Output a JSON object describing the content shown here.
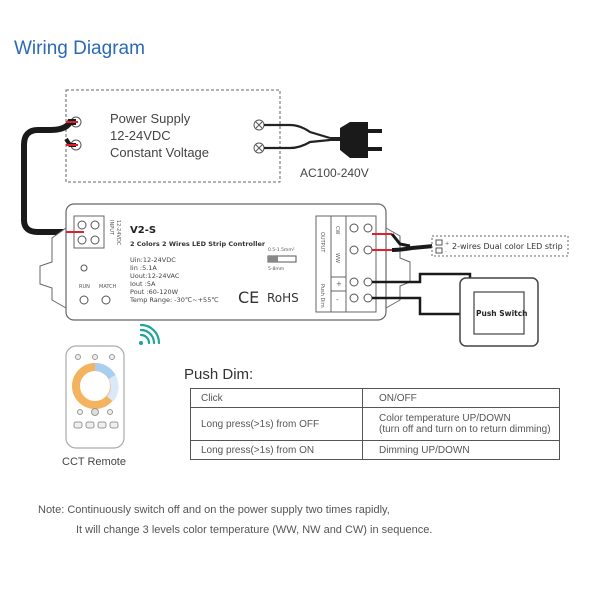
{
  "title": "Wiring Diagram",
  "power_supply": {
    "line1": "Power Supply",
    "line2": "12-24VDC",
    "line3": "Constant Voltage"
  },
  "ac_label": "AC100-240V",
  "controller": {
    "model": "V2-S",
    "subtitle": "2 Colors 2 Wires LED Strip Controller",
    "specs": [
      "Uin:12-24VDC",
      "Iin :5.1A",
      "Uout:12-24VAC",
      "Iout :5A",
      "Pout :60-120W",
      "Temp Range: -30℃~+55℃"
    ],
    "input_label": "INPUT",
    "input_voltage": "12-24VDC",
    "run_label": "RUN",
    "match_label": "MATCH",
    "wire_spec1": "0.5-1.5mm²",
    "wire_spec2": "5-8mm",
    "output_label": "OUTPUT",
    "cw": "CW",
    "ww": "WW",
    "push_dim": "Push Dim",
    "ce": "CE",
    "rohs": "RoHS"
  },
  "strip_label": "2-wires Dual color LED strip",
  "push_switch_label": "Push Switch",
  "remote_label": "CCT Remote",
  "push_dim_title": "Push Dim:",
  "push_dim_rows": [
    {
      "action": "Click",
      "result1": "ON/OFF",
      "result2": ""
    },
    {
      "action": "Long press(>1s) from OFF",
      "result1": "Color temperature UP/DOWN",
      "result2": "(turn off and turn on to return dimming)"
    },
    {
      "action": "Long press(>1s) from ON",
      "result1": "Dimming UP/DOWN",
      "result2": ""
    }
  ],
  "note_line1": "Note:  Continuously switch off and on the power supply two times rapidly,",
  "note_line2": "It will change 3 levels color temperature (WW, NW and CW) in sequence.",
  "colors": {
    "title_blue": "#2a6ab3",
    "wire_red": "#e0202a",
    "wifi_teal": "#1fa39b"
  }
}
